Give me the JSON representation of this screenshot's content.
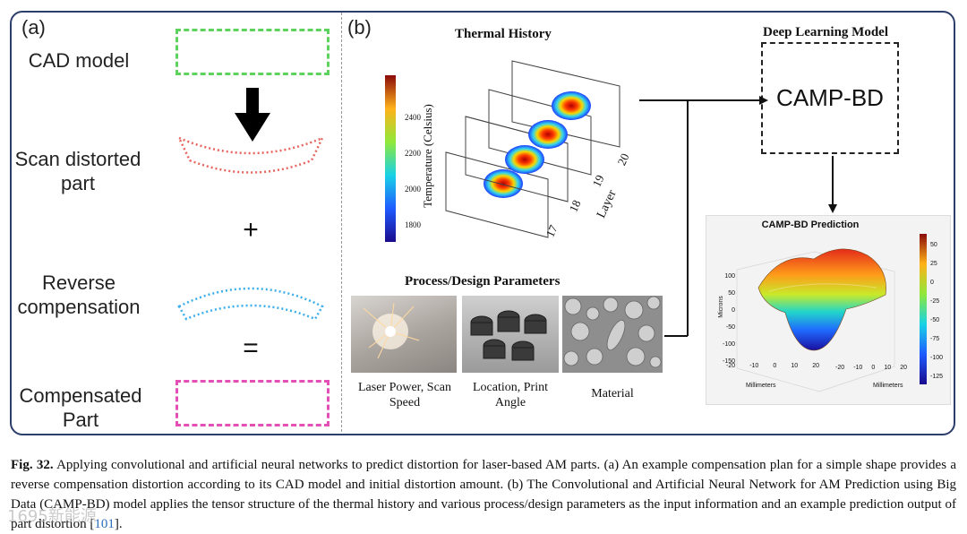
{
  "panel_a": {
    "label": "(a)",
    "steps": [
      {
        "text": "CAD model"
      },
      {
        "text": "Scan distorted part"
      },
      {
        "text": "Reverse compensation"
      },
      {
        "text": "Compensated Part"
      }
    ],
    "plus": "+",
    "equals": "="
  },
  "panel_b": {
    "label": "(b)",
    "thermal_history": {
      "title": "Thermal History",
      "colorbar_label": "Temperature (Celsius)",
      "colorbar_ticks": [
        "2400",
        "2200",
        "2000",
        "1800"
      ],
      "axis_label": "Layer",
      "layer_ticks": [
        "17",
        "18",
        "19",
        "20"
      ]
    },
    "deep_learning": {
      "title": "Deep Learning Model",
      "model_name": "CAMP-BD"
    },
    "process_params": {
      "title": "Process/Design Parameters",
      "items": [
        {
          "caption": "Laser Power, Scan Speed"
        },
        {
          "caption": "Location, Print Angle"
        },
        {
          "caption": "Material"
        }
      ]
    },
    "prediction": {
      "title": "CAMP-BD Prediction",
      "z_label": "Microns",
      "z_ticks": [
        "100",
        "50",
        "0",
        "-50",
        "-100",
        "-150"
      ],
      "x_label": "Millimeters",
      "x_ticks": [
        "-20",
        "-10",
        "0",
        "10",
        "20"
      ],
      "y_label": "Millimeters",
      "y_ticks": [
        "-20",
        "-10",
        "0",
        "10",
        "20"
      ],
      "colorbar_ticks": [
        "50",
        "25",
        "0",
        "-25",
        "-50",
        "-75",
        "-100",
        "-125"
      ]
    }
  },
  "caption": {
    "fig_label": "Fig. 32.",
    "text": "Applying convolutional and artificial neural networks to predict distortion for laser-based AM parts. (a) An example compensation plan for a simple shape provides a reverse compensation distortion according to its CAD model and initial distortion amount. (b) The Convolutional and Artificial Neural Network for AM Prediction using Big Data (CAMP-BD) model applies the tensor structure of the thermal history and various process/design parameters as the input information and an example prediction output of part distortion",
    "ref_open": "[",
    "ref": "101",
    "ref_close": "]."
  },
  "watermark": "1695新能源"
}
